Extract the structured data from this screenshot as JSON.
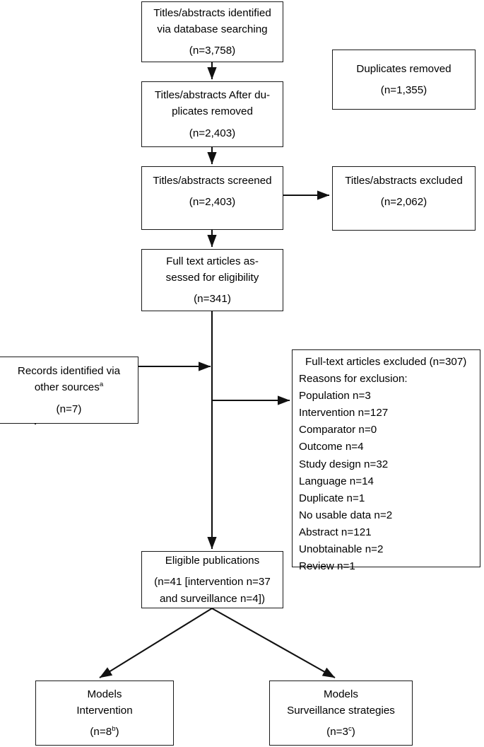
{
  "diagram": {
    "type": "prisma-flow-diagram",
    "stroke_color": "#1a1a1a",
    "background": "#ffffff"
  },
  "nodes": {
    "identified": {
      "line1": "Titles/abstracts identified",
      "line2": "via database searching",
      "count": "(n=3,758)"
    },
    "duplicates_removed": {
      "line1": "Duplicates removed",
      "count": "(n=1,355)"
    },
    "after_duplicates": {
      "line1": "Titles/abstracts After du-",
      "line2": "plicates removed",
      "count": "(n=2,403)"
    },
    "screened": {
      "line1": "Titles/abstracts screened",
      "count": "(n=2,403)"
    },
    "excluded_titles": {
      "line1": "Titles/abstracts excluded",
      "count": "(n=2,062)"
    },
    "fulltext_assessed": {
      "line1": "Full text articles as-",
      "line2": "sessed for eligibility",
      "count": "(n=341)"
    },
    "other_sources": {
      "line1": "Records identified via",
      "line2": "other sources",
      "line2_sup": "a",
      "count": "(n=7)"
    },
    "fulltext_excluded": {
      "header": "Full-text articles excluded (n=307)",
      "subheader": "Reasons for exclusion:",
      "reasons": [
        "Population n=3",
        "Intervention n=127",
        "Comparator n=0",
        "Outcome n=4",
        "Study design n=32",
        "Language n=14",
        "Duplicate n=1",
        "No usable data n=2",
        "Abstract n=121",
        "Unobtainable n=2",
        "Review n=1"
      ]
    },
    "eligible": {
      "line1": "Eligible publications",
      "line2": "(n=41 [intervention n=37",
      "line3": "and surveillance n=4])"
    },
    "models_intervention": {
      "line1": "Models",
      "line2": "Intervention",
      "count_pre": "(n=8",
      "count_sup": "b",
      "count_post": ")"
    },
    "models_surveillance": {
      "line1": "Models",
      "line2": "Surveillance strategies",
      "count_pre": "(n=3",
      "count_sup": "c",
      "count_post": ")"
    }
  }
}
